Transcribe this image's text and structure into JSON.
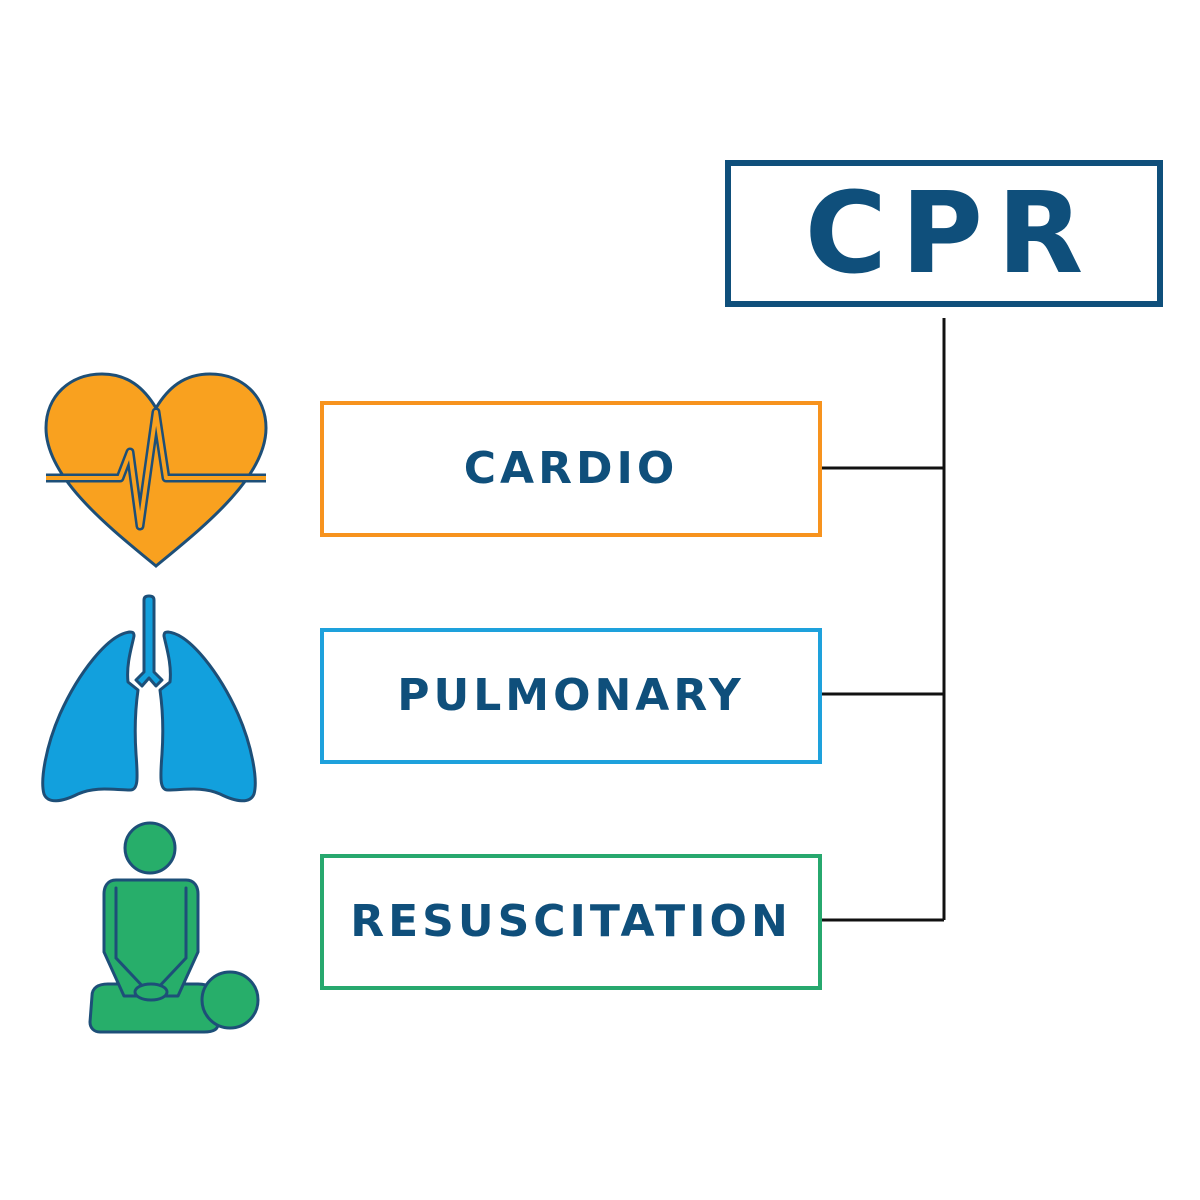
{
  "diagram": {
    "title": "CPR",
    "terms": [
      {
        "label": "CARDIO",
        "color": "#f7931e",
        "icon": "heart-icon"
      },
      {
        "label": "PULMONARY",
        "color": "#1ea1dc",
        "icon": "lungs-icon"
      },
      {
        "label": "RESUSCITATION",
        "color": "#27a86e",
        "icon": "cpr-person-icon"
      }
    ],
    "colors": {
      "text": "#0f4f7b",
      "connector": "#111111",
      "heart": "#f9a11f",
      "lungs": "#12a0dd",
      "person": "#27ae6a",
      "outline": "#1d4f78"
    }
  }
}
